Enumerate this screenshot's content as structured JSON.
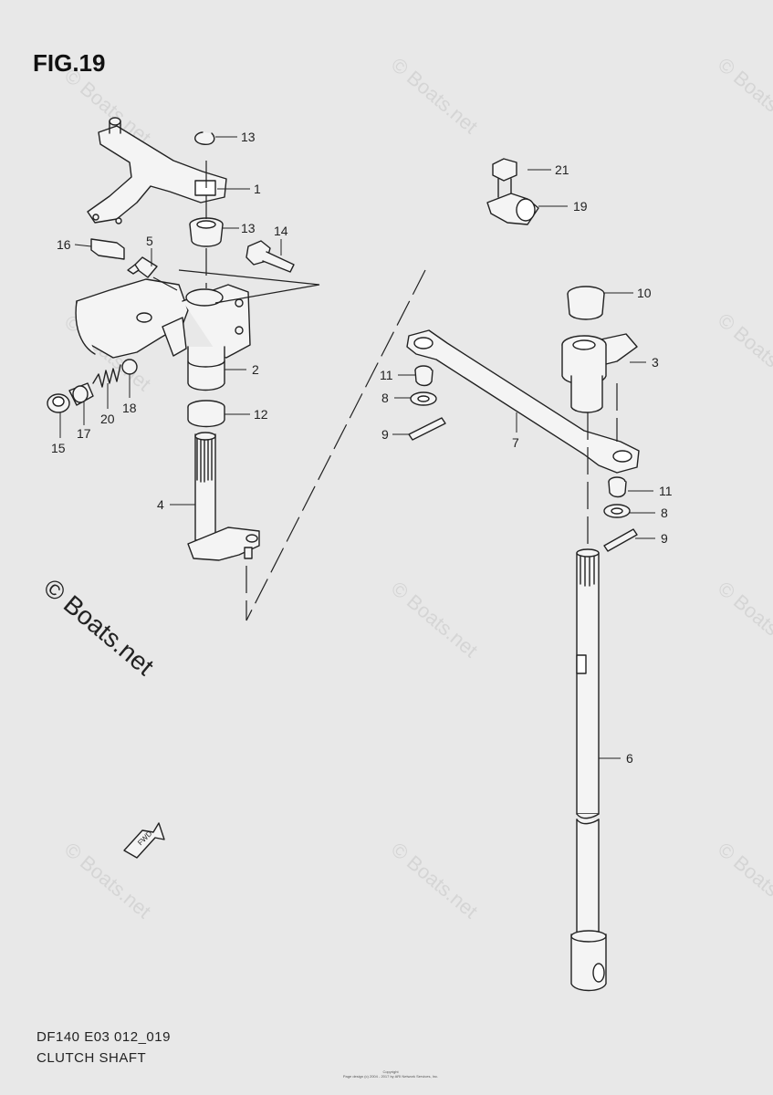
{
  "figure": {
    "title": "FIG.19",
    "model_code": "DF140 E03 012_019",
    "caption": "CLUTCH SHAFT",
    "copyright_line1": "Copyright",
    "copyright_line2": "Page design (c) 2004 - 2017 by ARI Network Services, Inc.",
    "watermark_text": "© Boats.net",
    "fwd_label": "FWD"
  },
  "callouts": {
    "c1": "1",
    "c2": "2",
    "c3": "3",
    "c4": "4",
    "c5": "5",
    "c6": "6",
    "c7": "7",
    "c8a": "8",
    "c8b": "8",
    "c9a": "9",
    "c9b": "9",
    "c10": "10",
    "c11a": "11",
    "c11b": "11",
    "c12": "12",
    "c13a": "13",
    "c13b": "13",
    "c14": "14",
    "c15": "15",
    "c16": "16",
    "c17": "17",
    "c18": "18",
    "c19": "19",
    "c20": "20",
    "c21": "21"
  }
}
